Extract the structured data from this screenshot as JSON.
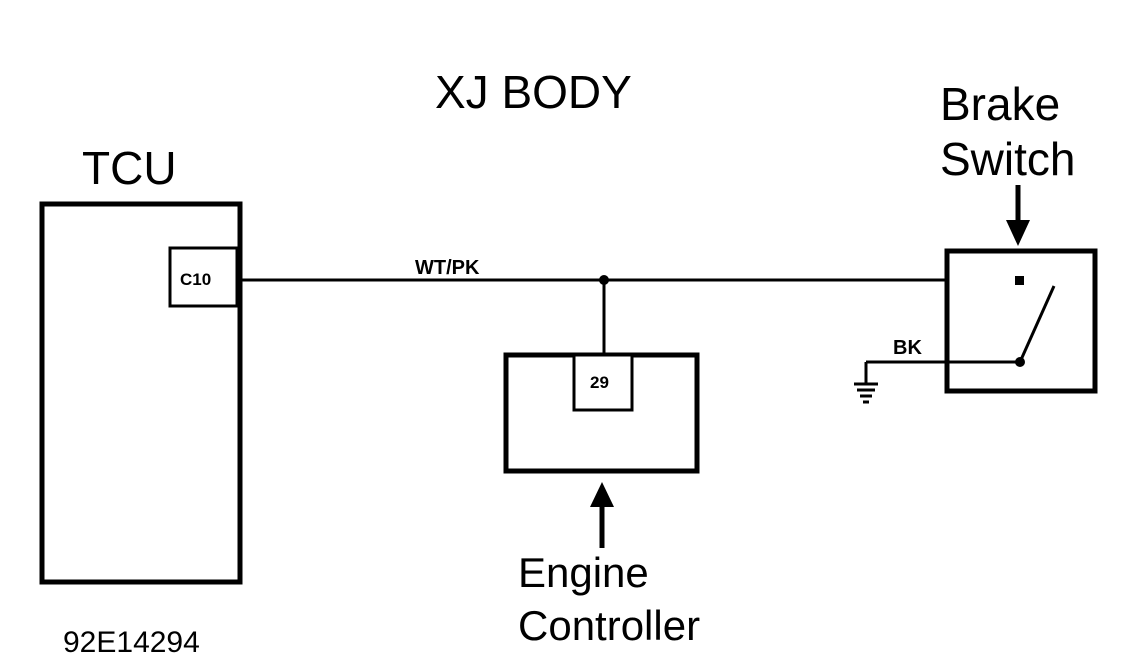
{
  "title": "XJ BODY",
  "figure_id": "92E14294",
  "components": {
    "tcu": {
      "label": "TCU",
      "pin": "C10"
    },
    "engine_controller": {
      "label_line1": "Engine",
      "label_line2": "Controller",
      "pin": "29"
    },
    "brake_switch": {
      "label_line1": "Brake",
      "label_line2": "Switch"
    }
  },
  "wires": {
    "signal": {
      "color_code": "WT/PK"
    },
    "ground": {
      "color_code": "BK"
    }
  }
}
